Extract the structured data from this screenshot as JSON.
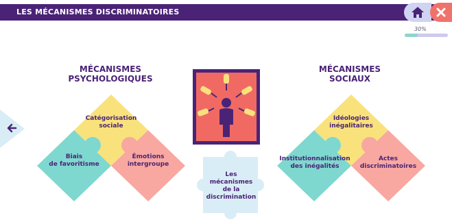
{
  "header": {
    "title": "LES MÉCANISMES DISCRIMINATOIRES"
  },
  "progress": {
    "label": "30%",
    "value": 0.3
  },
  "colors": {
    "purple": "#4a2377",
    "yellow": "#f9e27c",
    "teal": "#7fd8cf",
    "pink": "#f8a8a0",
    "light_blue": "#d9edf6",
    "coral": "#f06a63"
  },
  "left_section": {
    "title_line1": "MÉCANISMES",
    "title_line2": "PSYCHOLOGIQUES",
    "piece_top": {
      "line1": "Catégorisation",
      "line2": "sociale"
    },
    "piece_left": {
      "line1": "Biais",
      "line2": "de favoritisme"
    },
    "piece_right": {
      "line1": "Émotions",
      "line2": "intergroupe"
    }
  },
  "right_section": {
    "title_line1": "MÉCANISMES",
    "title_line2": "SOCIAUX",
    "piece_top": {
      "line1": "Idéologies",
      "line2": "inégalitaires"
    },
    "piece_left": {
      "line1": "Institutionnalisation",
      "line2": "des inégalités"
    },
    "piece_right": {
      "line1": "Actes",
      "line2": "discriminatoires"
    }
  },
  "center_piece": {
    "line1": "Les",
    "line2": "mécanismes",
    "line3": "de la",
    "line4": "discrimination"
  },
  "icons": [
    "home-icon",
    "close-icon",
    "back-arrow-icon",
    "person-icon",
    "pointing-hand-icon"
  ]
}
